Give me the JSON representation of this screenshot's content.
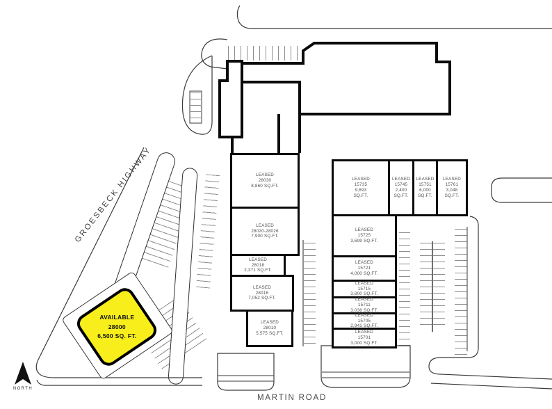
{
  "site_plan": {
    "labels": {
      "groesbeck_highway": "GROESBECK HIGHWAY",
      "martin_road": "MARTIN ROAD",
      "north": "NORTH"
    },
    "colors": {
      "available_fill": "#F7EE1C",
      "linework": "#000000",
      "parking_ticks": "#8d8d8d"
    },
    "available_unit": {
      "status": "AVAILABLE",
      "unit": "28000",
      "size": "6,500 SQ. FT."
    },
    "center_building_units": [
      {
        "status": "LEASED",
        "unit": "28030",
        "size": "8,860 SQ.FT."
      },
      {
        "status": "LEASED",
        "unit": "28020-28026",
        "size": "7,900 SQ.FT."
      },
      {
        "status": "LEASED",
        "unit": "28018",
        "size": "2,371 SQ.FT."
      },
      {
        "status": "LEASED",
        "unit": "28016",
        "size": "7,052 SQ.FT."
      },
      {
        "status": "LEASED",
        "unit": "28010",
        "size": "5,575 SQ.FT."
      }
    ],
    "right_building_top_units": [
      {
        "status": "LEASED",
        "unit": "15735",
        "size": "9,693 SQ.FT."
      },
      {
        "status": "LEASED",
        "unit": "15745",
        "size": "2,400 SQ.FT."
      },
      {
        "status": "LEASED",
        "unit": "15751",
        "size": "6,000 SQ.FT."
      },
      {
        "status": "LEASED",
        "unit": "15761",
        "size": "3,048 SQ.FT."
      }
    ],
    "right_building_side_units": [
      {
        "status": "LEASED",
        "unit": "15725",
        "size": "3,699 SQ.FT."
      },
      {
        "status": "LEASED",
        "unit": "15721",
        "size": "4,000 SQ.FT."
      },
      {
        "status": "LEASED",
        "unit": "15715",
        "size": "3,800 SQ.FT."
      },
      {
        "status": "LEASED",
        "unit": "15711",
        "size": "3,038 SQ.FT."
      },
      {
        "status": "LEASED",
        "unit": "15705",
        "size": "2,941 SQ.FT."
      },
      {
        "status": "LEASED",
        "unit": "15701",
        "size": "3,000 SQ.FT."
      }
    ]
  }
}
